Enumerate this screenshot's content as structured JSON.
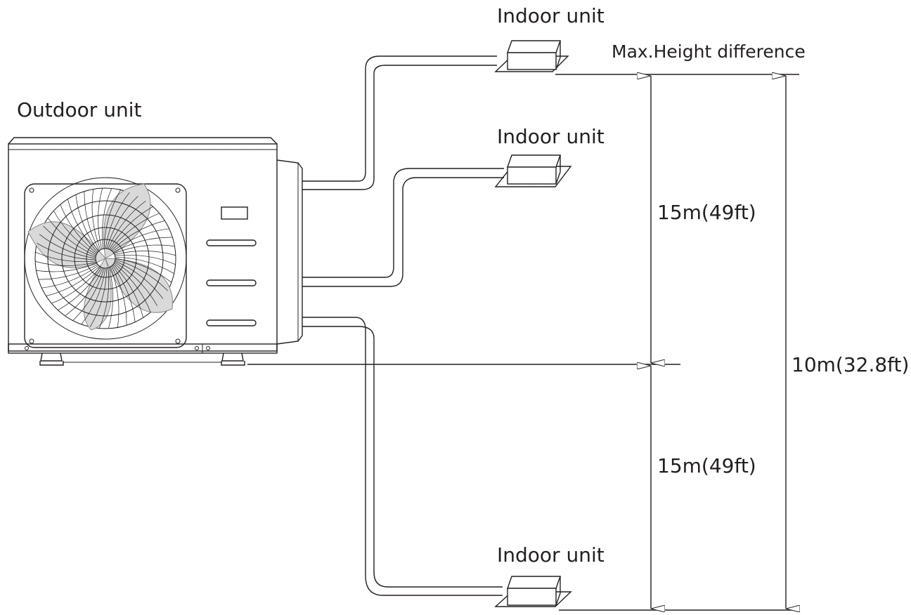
{
  "labels": {
    "outdoor_unit": "Outdoor unit",
    "indoor_unit_top": "Indoor unit",
    "indoor_unit_middle": "Indoor unit",
    "indoor_unit_bottom": "Indoor unit",
    "max_height_difference": "Max.Height difference",
    "dim_upper": "15m(49ft)",
    "dim_lower": "15m(49ft)",
    "dim_total": "10m(32.8ft)"
  },
  "colors": {
    "line": "#231f20",
    "fan_blade": "#d9d9d9",
    "background": "#ffffff"
  }
}
